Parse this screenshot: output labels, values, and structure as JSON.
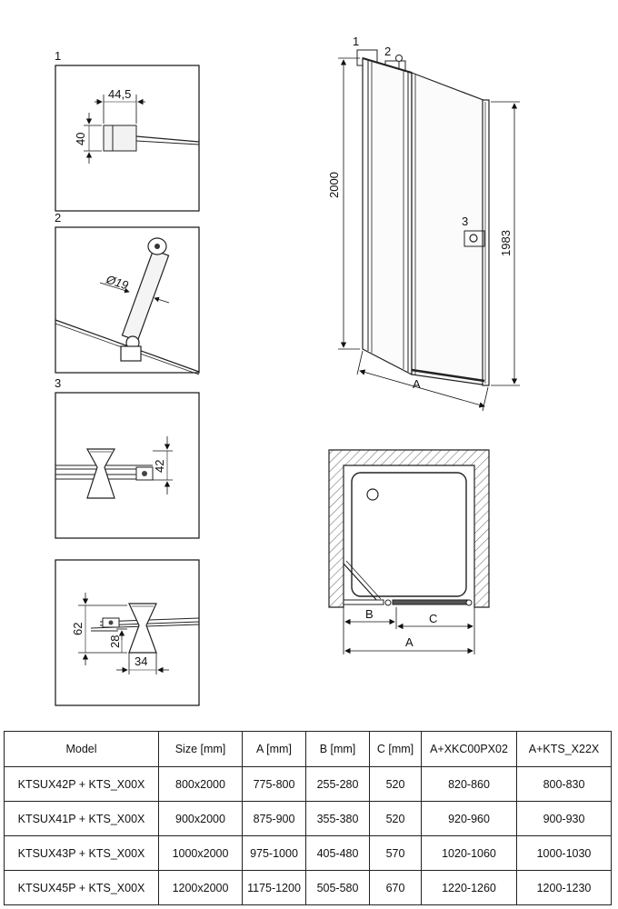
{
  "details": [
    {
      "number": "1",
      "dims": [
        "44,5",
        "40"
      ]
    },
    {
      "number": "2",
      "dims": [
        "Ø19"
      ]
    },
    {
      "number": "3",
      "dims": [
        "42"
      ]
    },
    {
      "number": "",
      "dims": [
        "62",
        "28",
        "34"
      ]
    }
  ],
  "elevation": {
    "callouts": [
      "1",
      "2",
      "3"
    ],
    "height_total": "2000",
    "height_panel": "1983",
    "width_label": "A"
  },
  "plan": {
    "labels": [
      "B",
      "C",
      "A"
    ]
  },
  "table": {
    "headers": [
      "Model",
      "Size [mm]",
      "A [mm]",
      "B [mm]",
      "C [mm]",
      "A+XKC00PX02",
      "A+KTS_X22X"
    ],
    "rows": [
      [
        "KTSUX42P + KTS_X00X",
        "800x2000",
        "775-800",
        "255-280",
        "520",
        "820-860",
        "800-830"
      ],
      [
        "KTSUX41P + KTS_X00X",
        "900x2000",
        "875-900",
        "355-380",
        "520",
        "920-960",
        "900-930"
      ],
      [
        "KTSUX43P + KTS_X00X",
        "1000x2000",
        "975-1000",
        "405-480",
        "570",
        "1020-1060",
        "1000-1030"
      ],
      [
        "KTSUX45P + KTS_X00X",
        "1200x2000",
        "1175-1200",
        "505-580",
        "670",
        "1220-1260",
        "1200-1230"
      ]
    ]
  }
}
